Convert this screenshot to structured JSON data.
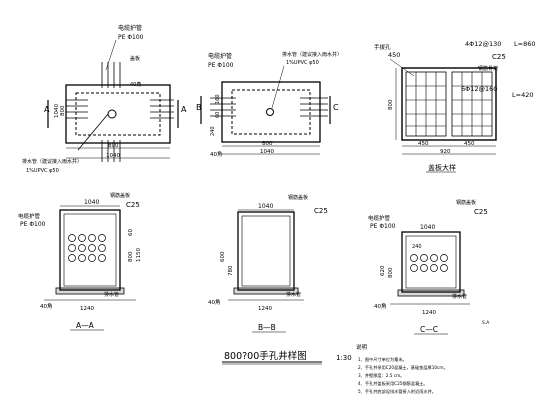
{
  "plan_left": {
    "pipe_label": "电缆护管",
    "pipe_spec": "PE Φ100",
    "cover_label": "盖板",
    "angle_label": "40角",
    "drain_label": "排水管（建议接入雨水井）",
    "drain_spec": "1%UPVC φ50",
    "section_mark": "A",
    "dim_total_w": "1040",
    "dim_inner_w": "800",
    "dim_side": "40",
    "dim_h_outer": "1040",
    "dim_h_inner": "800"
  },
  "plan_mid": {
    "pipe_label": "电缆护管",
    "pipe_spec": "PE Φ100",
    "drain_label": "排水管（建议接入雨水井）",
    "drain_spec": "1%UPVC φ50",
    "angle_label": "40角",
    "section_mark_left": "B",
    "section_mark_right": "C",
    "dim_w": "1040",
    "dim_inner": "800",
    "dim_v": "240",
    "dim_v2": "60",
    "dim_v3": "160"
  },
  "cover_detail": {
    "label_handle": "手拔孔",
    "handle_size": "450",
    "rebar_top": "4Φ12@130",
    "len_top": "L=860",
    "concrete": "C25",
    "steel_label": "钢筋骨架",
    "rebar_side": "6Φ12@160",
    "len_side": "L=420",
    "dim_side": "800",
    "dim_bottom_1": "450",
    "dim_bottom_2": "450",
    "dim_bottom_total": "920",
    "title": "盖板大样"
  },
  "section_aa": {
    "width_total": "1040",
    "pipe_label": "电缆护管",
    "pipe_spec": "PE Φ100",
    "cover_label": "钢筋盖板",
    "concrete": "C25",
    "angle_label": "40角",
    "drain_label": "排水管",
    "dim_h1": "800",
    "dim_h2": "60",
    "dim_h3": "1150",
    "dim_bottom": "1240",
    "label": "A—A"
  },
  "section_bb": {
    "width_total": "1040",
    "cover_label": "钢筋盖板",
    "concrete": "C25",
    "dim_h1": "600",
    "dim_h2": "780",
    "drain_label": "排水管",
    "angle_label": "40角",
    "dim_bottom": "1240",
    "label": "B—B"
  },
  "section_cc": {
    "pipe_label": "电缆护管",
    "pipe_spec": "PE Φ100",
    "width_top": "1040",
    "cover_label": "钢筋盖板",
    "concrete": "C25",
    "dim_inner": "240",
    "dim_h1": "620",
    "dim_h2": "800",
    "drain_label": "排水管",
    "angle_label": "40角",
    "dim_bottom": "1240",
    "label": "C—C",
    "small_note": "S.A"
  },
  "footer": {
    "title": "800?00手孔井样图",
    "scale": "1:30",
    "notes_title": "说明",
    "notes": [
      "1、图中尺寸单位为毫米。",
      "2、手孔井采用C20混凝土，基础垫层厚10cm。",
      "3、井壁厚度：2.5 cm。",
      "4、手孔井盖板采用C25钢筋混凝土。",
      "5、手孔井底部设排水管接入附近雨水井。"
    ]
  }
}
